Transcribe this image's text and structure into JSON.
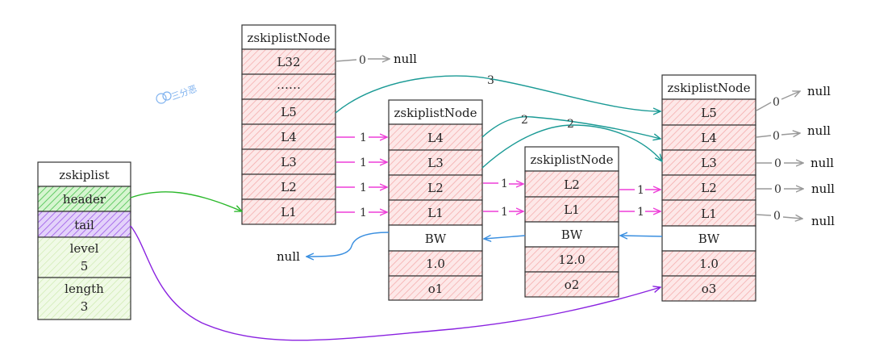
{
  "watermark": "三分恶",
  "zskiplist": {
    "title": "zskiplist",
    "header": "header",
    "tail": "tail",
    "level_label": "level",
    "level_value": "5",
    "length_label": "length",
    "length_value": "3"
  },
  "header_node": {
    "title": "zskiplistNode",
    "levels": [
      "L32",
      "……",
      "L5",
      "L4",
      "L3",
      "L2",
      "L1"
    ]
  },
  "node1": {
    "title": "zskiplistNode",
    "levels": [
      "L4",
      "L3",
      "L2",
      "L1"
    ],
    "backward": "BW",
    "score": "1.0",
    "obj": "o1"
  },
  "node2": {
    "title": "zskiplistNode",
    "levels": [
      "L2",
      "L1"
    ],
    "backward": "BW",
    "score": "12.0",
    "obj": "o2"
  },
  "node3": {
    "title": "zskiplistNode",
    "levels": [
      "L5",
      "L4",
      "L3",
      "L2",
      "L1"
    ],
    "backward": "BW",
    "score": "1.0",
    "obj": "o3"
  },
  "labels": {
    "null": "null",
    "span0": "0",
    "span1": "1",
    "span2": "2",
    "span3": "3"
  },
  "colors": {
    "level_fill": "#fde4e4",
    "level_hatch": "#f2a0a0",
    "header_fill": "#c9f0c4",
    "tail_fill": "#d9c6f5",
    "meta_fill": "#e8f7d8",
    "pink_arrow": "#ee3fd8",
    "teal_arrow": "#1a9a95",
    "blue_arrow": "#3a8fe0",
    "green_arrow": "#2bb82b",
    "purple_arrow": "#8a22e0",
    "gray_arrow": "#999999"
  }
}
